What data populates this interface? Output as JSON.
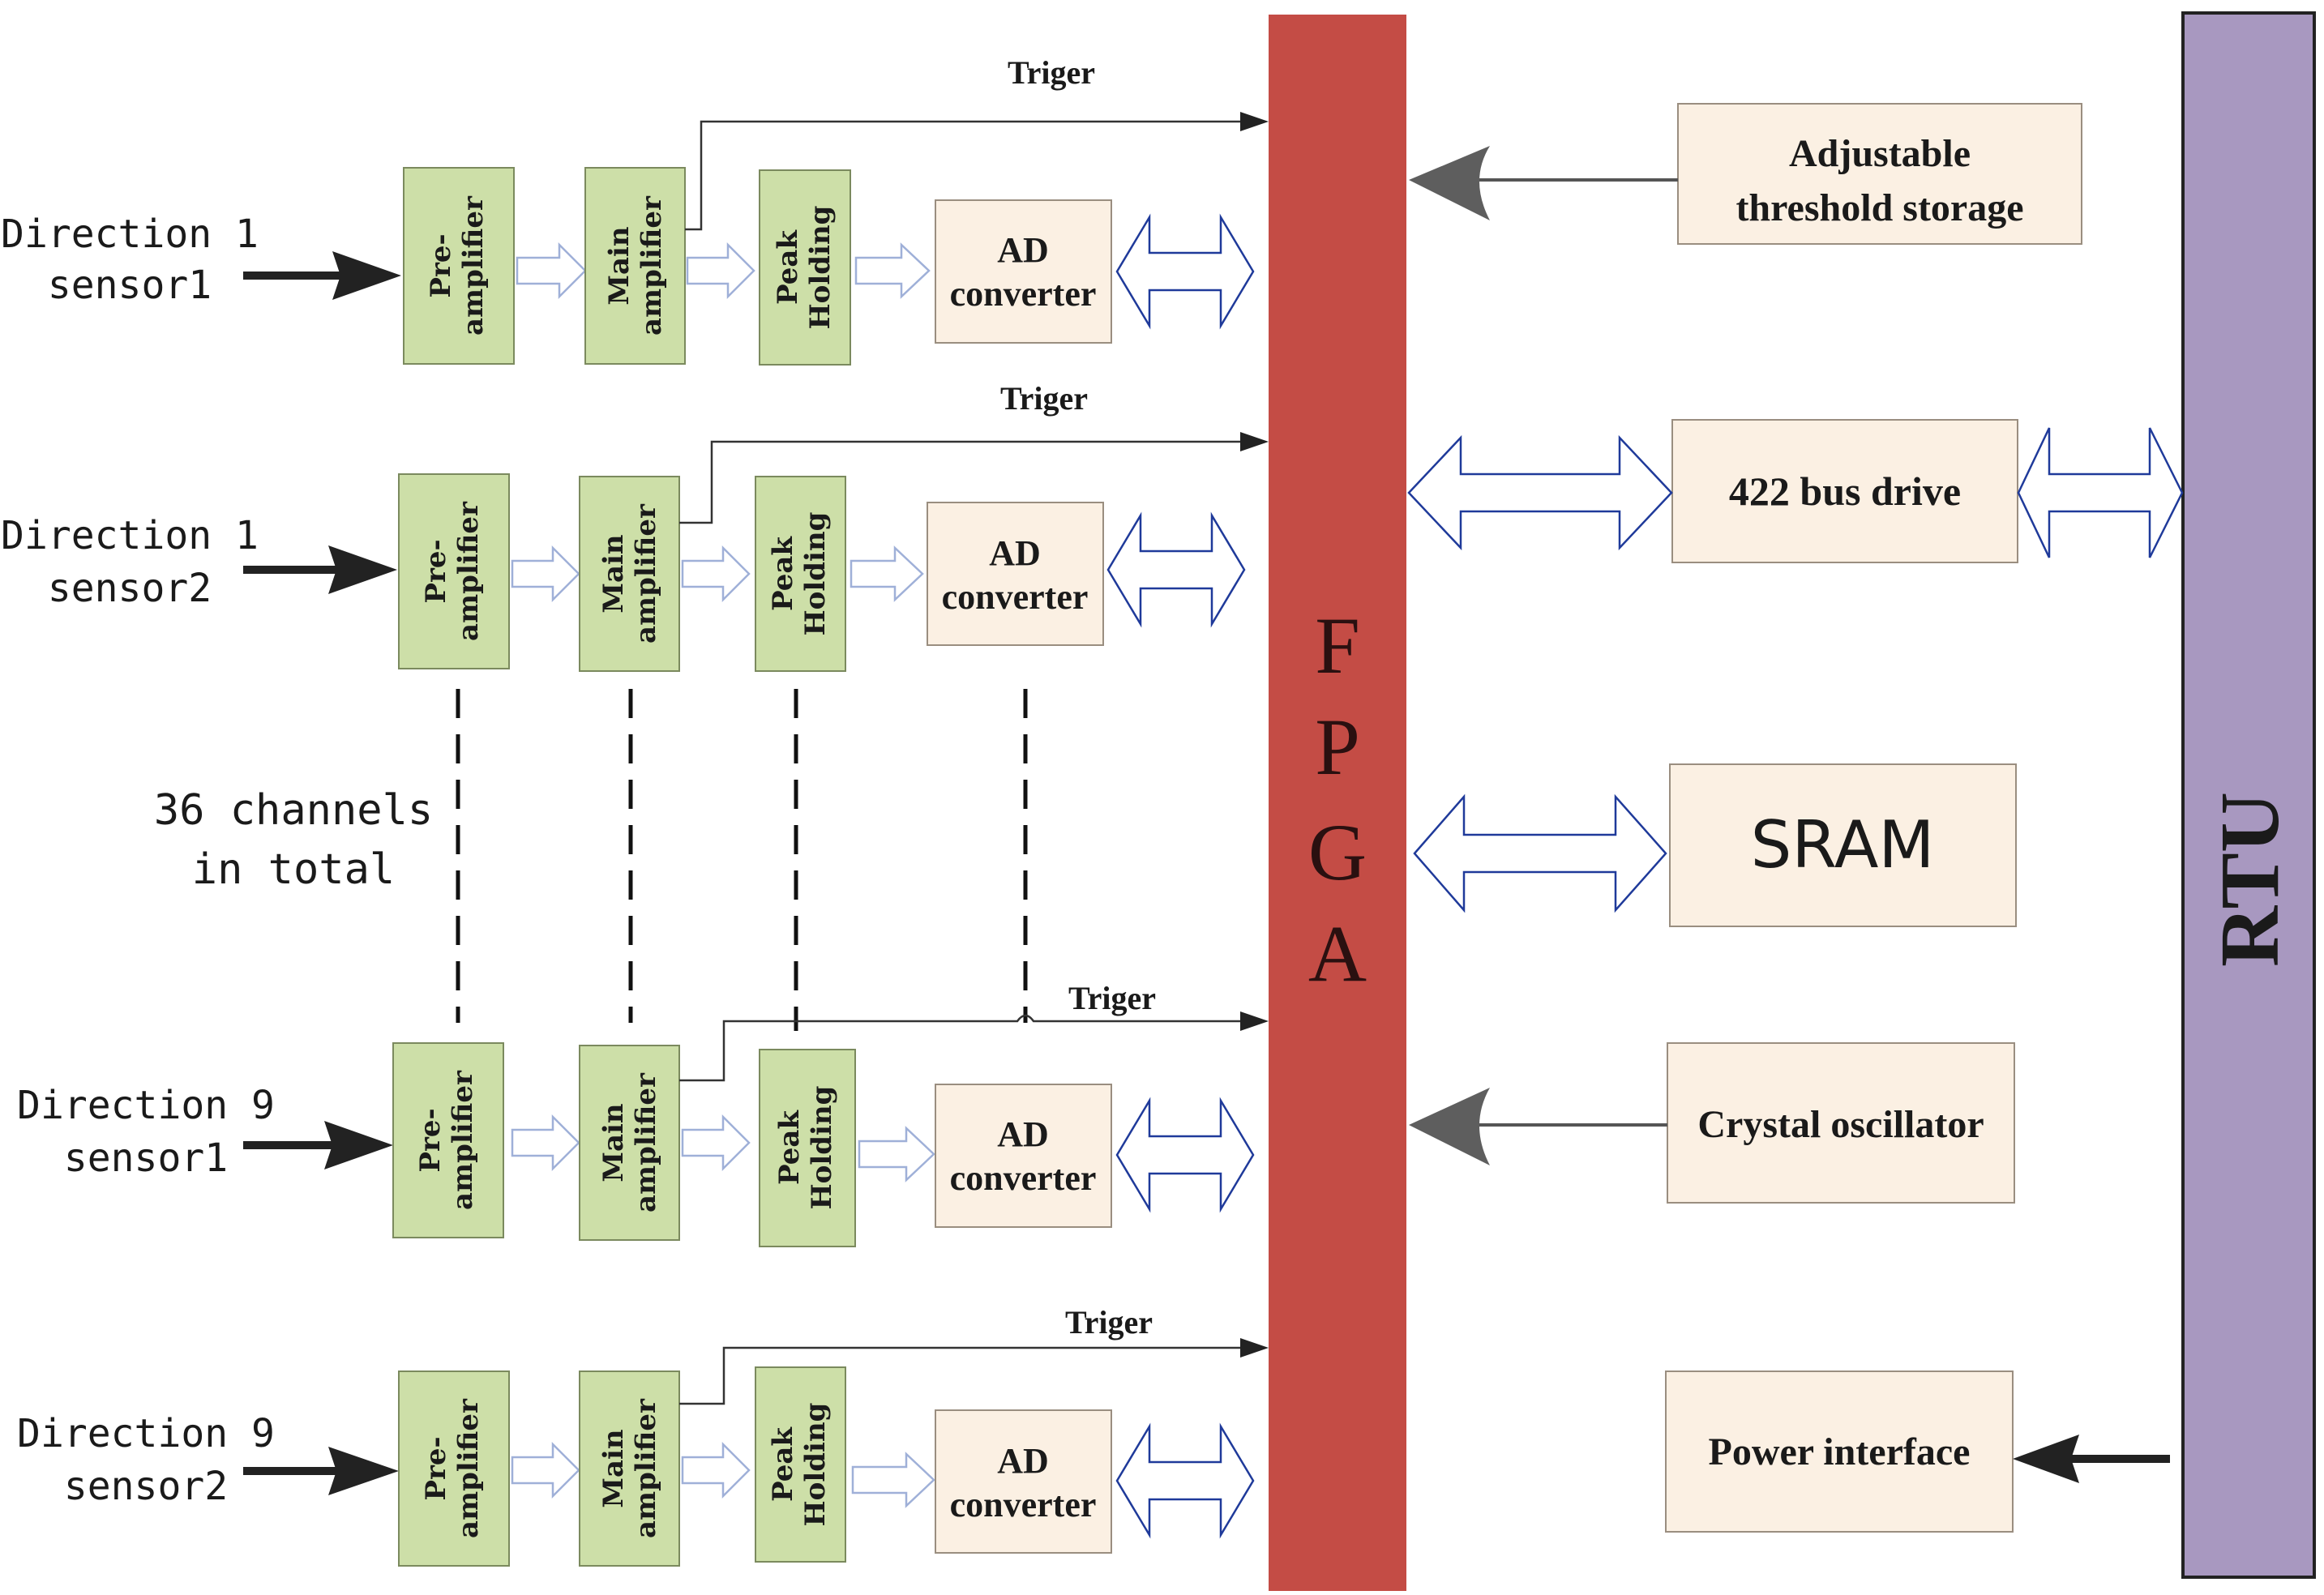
{
  "fpga": {
    "letters": [
      "F",
      "P",
      "G",
      "A"
    ],
    "color": "#c44c45"
  },
  "rtu": {
    "label": "RTU",
    "color": "#a898c0"
  },
  "channels": [
    {
      "source_line1": "Direction 1",
      "source_line2": "sensor1",
      "trigger": "Triger"
    },
    {
      "source_line1": "Direction 1",
      "source_line2": "sensor2",
      "trigger": "Triger"
    },
    {
      "source_line1": "Direction 9",
      "source_line2": "sensor1",
      "trigger": "Triger"
    },
    {
      "source_line1": "Direction 9",
      "source_line2": "sensor2",
      "trigger": "Triger"
    }
  ],
  "blocks": {
    "preamp_line1": "Pre-",
    "preamp_line2": "amplifier",
    "mainamp_line1": "Main",
    "mainamp_line2": "amplifier",
    "peak_line1": "Peak",
    "peak_line2": "Holding",
    "ad_line1": "AD",
    "ad_line2": "converter"
  },
  "channels_note": {
    "line1": "36 channels",
    "line2": "in total"
  },
  "peripherals": {
    "threshold_line1": "Adjustable",
    "threshold_line2": "threshold storage",
    "bus": "422 bus drive",
    "sram": "SRAM",
    "crystal": "Crystal oscillator",
    "power": "Power interface"
  },
  "colors": {
    "green_block": "#cddfa8",
    "cream_block": "#fbf0e3",
    "double_arrow": "#1f3a9a",
    "hollow_arrow": "#9fb0d8"
  }
}
